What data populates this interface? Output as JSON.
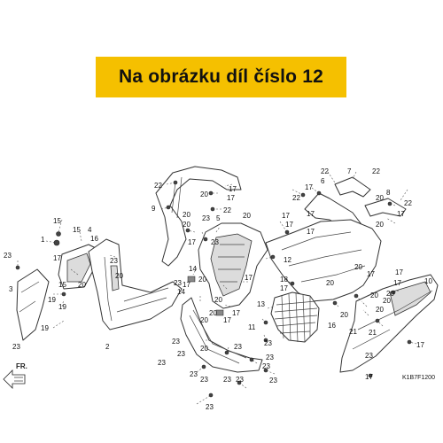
{
  "banner": {
    "text": "Na obrázku díl číslo 12",
    "background": "#f5c000"
  },
  "diagram_code": "K1B7F1200",
  "direction_label": "FR.",
  "callouts": [
    {
      "id": "c1",
      "text": "22"
    },
    {
      "id": "c2",
      "text": "17"
    },
    {
      "id": "c3",
      "text": "17"
    },
    {
      "id": "c4",
      "text": "20"
    },
    {
      "id": "c5",
      "text": "9"
    },
    {
      "id": "c6",
      "text": "20"
    },
    {
      "id": "c7",
      "text": "22"
    },
    {
      "id": "c8",
      "text": "20"
    },
    {
      "id": "c9",
      "text": "23"
    },
    {
      "id": "c10",
      "text": "5"
    },
    {
      "id": "c11",
      "text": "15"
    },
    {
      "id": "c12",
      "text": "15"
    },
    {
      "id": "c13",
      "text": "4"
    },
    {
      "id": "c14",
      "text": "1"
    },
    {
      "id": "c15",
      "text": "16"
    },
    {
      "id": "c16",
      "text": "23"
    },
    {
      "id": "c17",
      "text": "17"
    },
    {
      "id": "c18",
      "text": "23"
    },
    {
      "id": "c19",
      "text": "3"
    },
    {
      "id": "c20",
      "text": "15"
    },
    {
      "id": "c21",
      "text": "20"
    },
    {
      "id": "c22",
      "text": "20"
    },
    {
      "id": "c23",
      "text": "19"
    },
    {
      "id": "c24",
      "text": "19"
    },
    {
      "id": "c25",
      "text": "19"
    },
    {
      "id": "c26",
      "text": "2"
    },
    {
      "id": "c27",
      "text": "23"
    },
    {
      "id": "c28",
      "text": "17"
    },
    {
      "id": "c29",
      "text": "14"
    },
    {
      "id": "c30",
      "text": "20"
    },
    {
      "id": "c31",
      "text": "14"
    },
    {
      "id": "c32",
      "text": "20"
    },
    {
      "id": "c33",
      "text": "20"
    },
    {
      "id": "c34",
      "text": "17"
    },
    {
      "id": "c35",
      "text": "20"
    },
    {
      "id": "c36",
      "text": "10"
    },
    {
      "id": "c37",
      "text": "22"
    },
    {
      "id": "c38",
      "text": "6"
    },
    {
      "id": "c39",
      "text": "7"
    },
    {
      "id": "c40",
      "text": "22"
    },
    {
      "id": "c41",
      "text": "22"
    },
    {
      "id": "c42",
      "text": "17"
    },
    {
      "id": "c43",
      "text": "20"
    },
    {
      "id": "c44",
      "text": "8"
    },
    {
      "id": "c45",
      "text": "22"
    },
    {
      "id": "c46",
      "text": "17"
    },
    {
      "id": "c47",
      "text": "20"
    },
    {
      "id": "c48",
      "text": "12"
    },
    {
      "id": "c49",
      "text": "18"
    },
    {
      "id": "c50",
      "text": "17"
    },
    {
      "id": "c51",
      "text": "17"
    },
    {
      "id": "c52",
      "text": "17"
    },
    {
      "id": "c53",
      "text": "20"
    },
    {
      "id": "c54",
      "text": "20"
    },
    {
      "id": "c55",
      "text": "13"
    },
    {
      "id": "c56",
      "text": "23"
    },
    {
      "id": "c57",
      "text": "20"
    },
    {
      "id": "c58",
      "text": "16"
    },
    {
      "id": "c59",
      "text": "21"
    },
    {
      "id": "c60",
      "text": "17"
    },
    {
      "id": "c61",
      "text": "20"
    },
    {
      "id": "c62",
      "text": "20"
    },
    {
      "id": "c63",
      "text": "21"
    },
    {
      "id": "c64",
      "text": "11"
    },
    {
      "id": "c65",
      "text": "23"
    },
    {
      "id": "c66",
      "text": "23"
    },
    {
      "id": "c67",
      "text": "23"
    },
    {
      "id": "c68",
      "text": "23"
    },
    {
      "id": "c69",
      "text": "23"
    },
    {
      "id": "c70",
      "text": "23"
    },
    {
      "id": "c71",
      "text": "23"
    },
    {
      "id": "c72",
      "text": "23"
    },
    {
      "id": "c73",
      "text": "23"
    },
    {
      "id": "c74",
      "text": "23"
    },
    {
      "id": "c75",
      "text": "17"
    },
    {
      "id": "c76",
      "text": "17"
    },
    {
      "id": "c77",
      "text": "17"
    },
    {
      "id": "c78",
      "text": "23"
    },
    {
      "id": "c79",
      "text": "20"
    },
    {
      "id": "c80",
      "text": "20"
    },
    {
      "id": "c81",
      "text": "17"
    },
    {
      "id": "c82",
      "text": "17"
    },
    {
      "id": "c83",
      "text": "20"
    },
    {
      "id": "c84",
      "text": "17"
    },
    {
      "id": "c85",
      "text": "23"
    },
    {
      "id": "c86",
      "text": "17"
    },
    {
      "id": "c87",
      "text": "20"
    },
    {
      "id": "c88",
      "text": "23"
    },
    {
      "id": "c89",
      "text": "17"
    },
    {
      "id": "c90",
      "text": "23"
    },
    {
      "id": "c91",
      "text": "23"
    },
    {
      "id": "c92",
      "text": "17"
    }
  ]
}
